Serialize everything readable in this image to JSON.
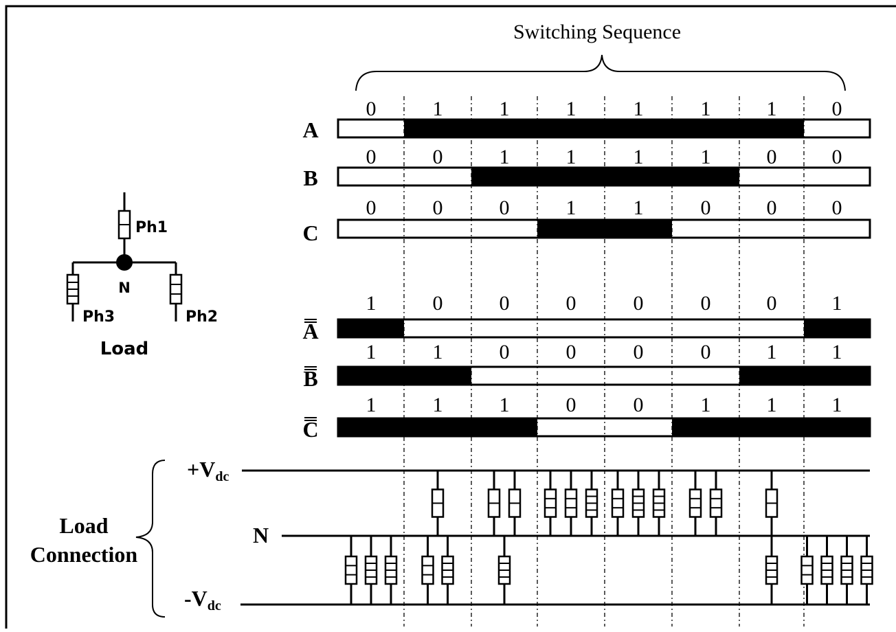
{
  "title": "Switching Sequence",
  "load": {
    "caption": "Load",
    "node": "N",
    "phases": [
      "Ph1",
      "Ph2",
      "Ph3"
    ]
  },
  "rows": [
    {
      "name": "A",
      "bits": [
        0,
        1,
        1,
        1,
        1,
        1,
        1,
        0
      ]
    },
    {
      "name": "B",
      "bits": [
        0,
        0,
        1,
        1,
        1,
        1,
        0,
        0
      ]
    },
    {
      "name": "C",
      "bits": [
        0,
        0,
        0,
        1,
        1,
        0,
        0,
        0
      ]
    },
    {
      "name": "A",
      "overbar": true,
      "bits": [
        1,
        0,
        0,
        0,
        0,
        0,
        0,
        1
      ]
    },
    {
      "name": "B",
      "overbar": true,
      "bits": [
        1,
        1,
        0,
        0,
        0,
        0,
        1,
        1
      ]
    },
    {
      "name": "C",
      "overbar": true,
      "bits": [
        1,
        1,
        1,
        0,
        0,
        1,
        1,
        1
      ]
    }
  ],
  "connection": {
    "label_line1": "Load",
    "label_line2": "Connection",
    "plus": {
      "prefix": "+V",
      "sub": "dc"
    },
    "neutral": "N",
    "minus": {
      "prefix": "-V",
      "sub": "dc"
    },
    "upper_resistor_stripes": [
      [
        2
      ],
      [
        2,
        2
      ],
      [
        3,
        3,
        4
      ],
      [
        3,
        4,
        4
      ],
      [
        3,
        3
      ],
      [
        2
      ]
    ],
    "lower_resistor_stripes": [
      [
        3,
        4,
        4
      ],
      [
        3,
        4
      ],
      [
        4
      ],
      [],
      [],
      [],
      [
        4
      ],
      [
        3,
        4,
        4,
        4
      ]
    ]
  }
}
